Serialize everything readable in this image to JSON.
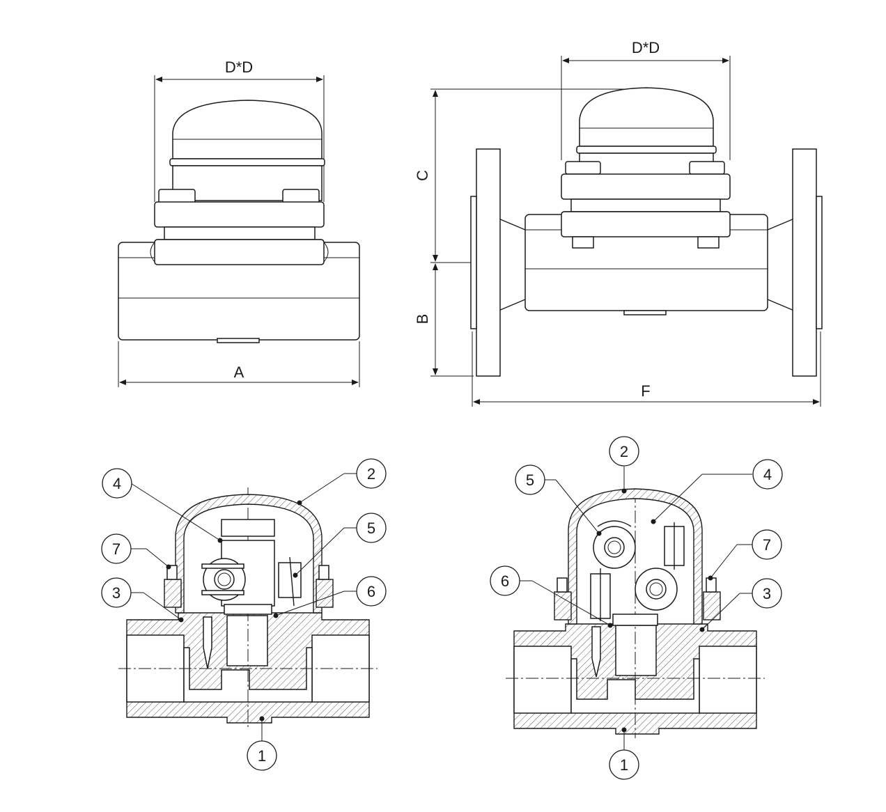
{
  "top_left_view": {
    "width_dim_label": "D*D",
    "length_dim_label": "A"
  },
  "top_right_view": {
    "width_dim_label": "D*D",
    "height_upper_dim_label": "C",
    "height_lower_dim_label": "B",
    "length_dim_label": "F"
  },
  "bottom_left_section": {
    "callouts": [
      "4",
      "2",
      "7",
      "5",
      "3",
      "6",
      "1"
    ]
  },
  "bottom_right_section": {
    "callouts": [
      "2",
      "5",
      "4",
      "7",
      "6",
      "3",
      "1"
    ]
  }
}
